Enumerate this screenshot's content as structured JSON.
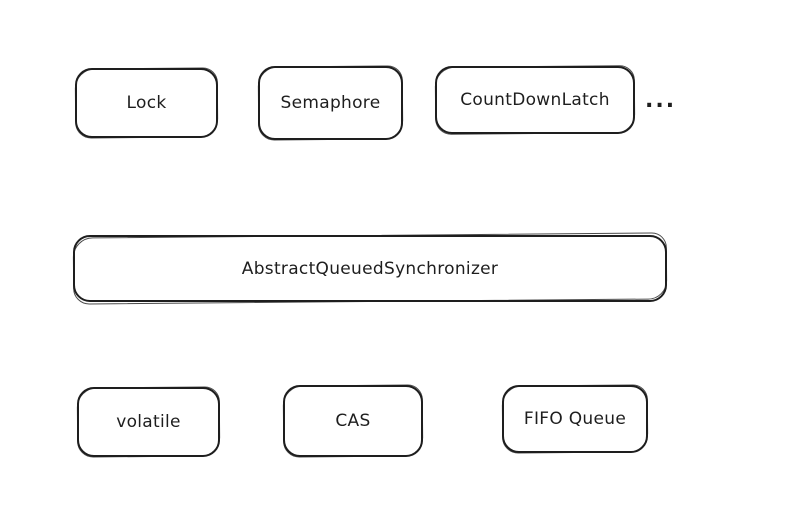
{
  "diagram": {
    "background_color": "#ffffff",
    "stroke_color": "#1e1e1e",
    "rows": {
      "top": {
        "nodes": [
          {
            "label": "Lock"
          },
          {
            "label": "Semaphore"
          },
          {
            "label": "CountDownLatch"
          }
        ],
        "ellipsis_label": "..."
      },
      "middle": {
        "nodes": [
          {
            "label": "AbstractQueuedSynchronizer"
          }
        ]
      },
      "bottom": {
        "nodes": [
          {
            "label": "volatile"
          },
          {
            "label": "CAS"
          },
          {
            "label": "FIFO Queue"
          }
        ]
      }
    }
  }
}
